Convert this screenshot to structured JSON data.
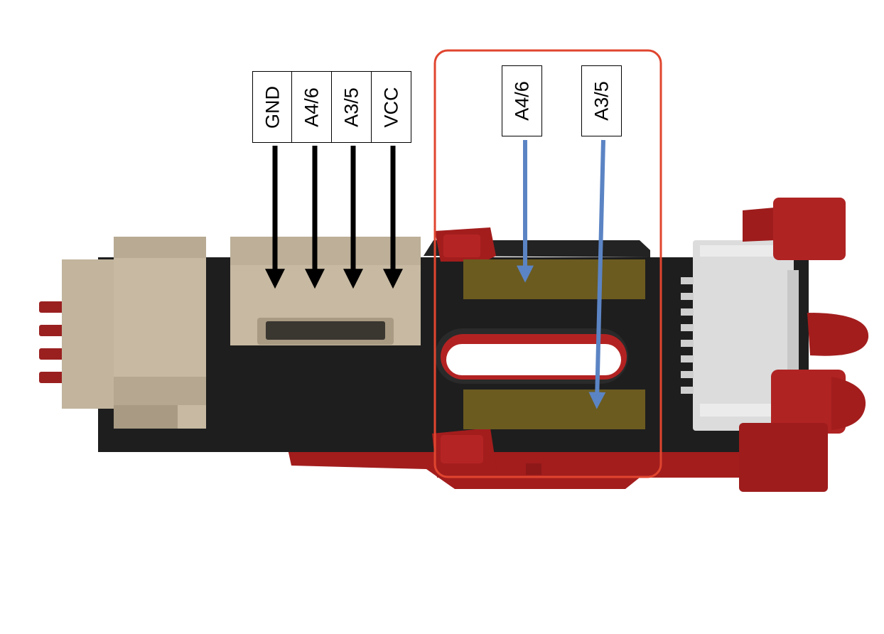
{
  "diagram": {
    "connector_pin_labels": [
      "GND",
      "A4/6",
      "A3/5",
      "VCC"
    ],
    "pad_labels": [
      "A4/6",
      "A3/5"
    ],
    "colors": {
      "board": "#1e1e1e",
      "connector_housing": "#c7b9a2",
      "connector_housing_shadow": "#a89a83",
      "clip_red": "#a31d1d",
      "clip_red_light": "#c52a2a",
      "pad_gold": "#6b5b1f",
      "highlight_outline": "#e0452f",
      "pin_arrow": "#000000",
      "pad_arrow": "#5b84c4",
      "port_housing": "#dedede"
    }
  }
}
